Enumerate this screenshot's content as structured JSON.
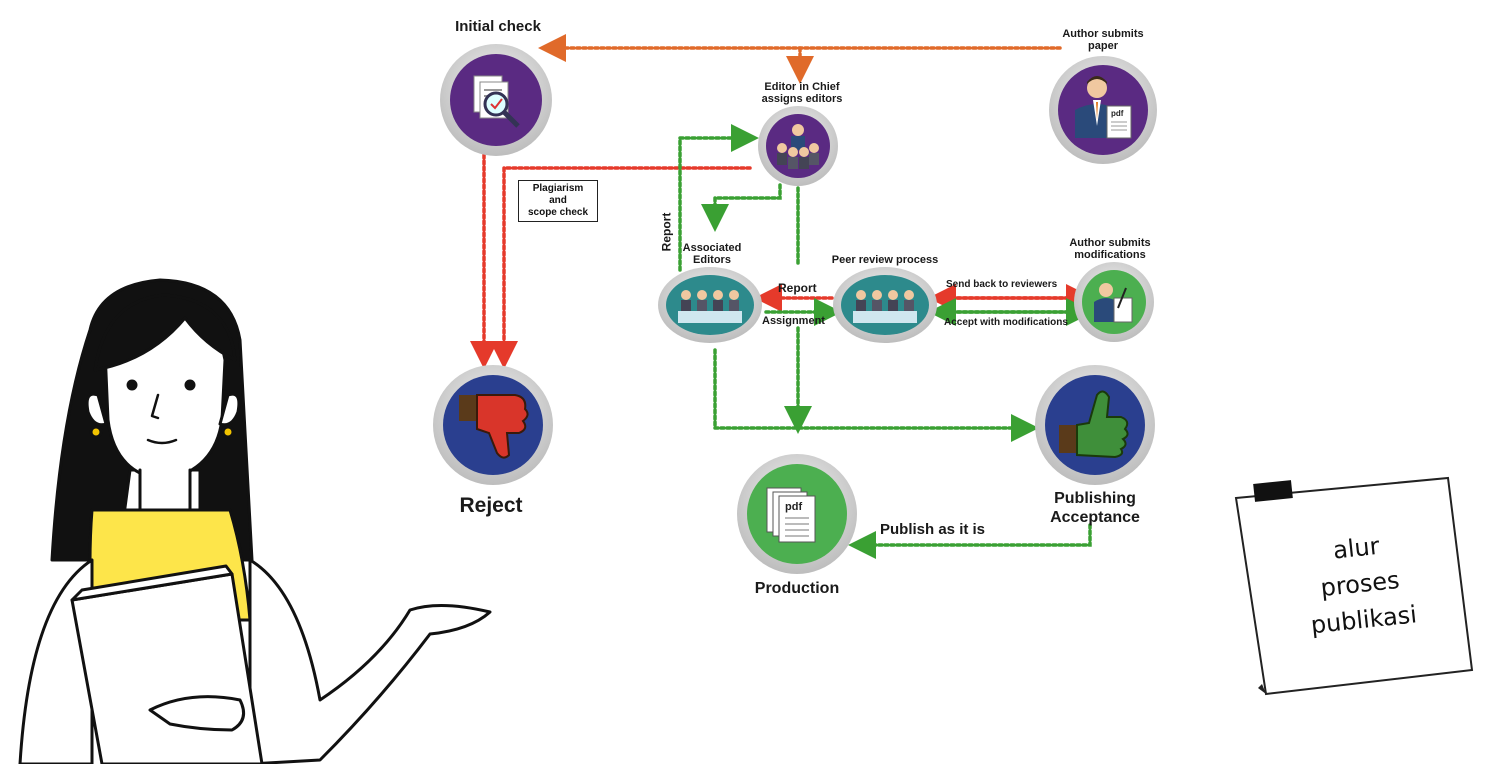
{
  "colors": {
    "orange_arrow": "#e06a2a",
    "red_arrow": "#e53a2b",
    "green_arrow": "#3aa033",
    "purple_circle": "#5a2a82",
    "teal_circle": "#2d8a8c",
    "blue_circle": "#2a3f8f",
    "green_circle": "#4caf50",
    "yellow_shirt": "#fde54a"
  },
  "diagram": {
    "initial_check": "Initial check",
    "author_submits_paper": [
      "Author submits",
      "paper"
    ],
    "editor_in_chief": [
      "Editor in Chief",
      "assigns editors"
    ],
    "plagiarism_box": [
      "Plagiarism",
      "and",
      "scope check"
    ],
    "report_vertical": "Report",
    "associated_editors": [
      "Associated",
      "Editors"
    ],
    "peer_review": "Peer review process",
    "author_submits_mods": [
      "Author submits",
      "modifications"
    ],
    "report_arrow": "Report",
    "assignment_arrow": "Assignment",
    "send_back": "Send back to reviewers",
    "accept_mods": "Accept with modifications",
    "reject": "Reject",
    "publishing_acceptance": [
      "Publishing",
      "Acceptance"
    ],
    "publish_as_is": "Publish as it is",
    "production": "Production",
    "pdf_label": "pdf"
  },
  "note": {
    "lines": [
      "alur",
      "proses",
      "publikasi"
    ]
  },
  "icons": {
    "initial_check": "document-magnifier-icon",
    "author_paper": "author-with-pdf-icon",
    "editor_chief": "editor-team-icon",
    "associated_editors": "associated-editors-icon",
    "peer_review": "peer-review-icon",
    "author_mods": "author-writing-icon",
    "reject": "thumbs-down-icon",
    "acceptance": "thumbs-up-icon",
    "production": "pdf-stack-icon"
  }
}
